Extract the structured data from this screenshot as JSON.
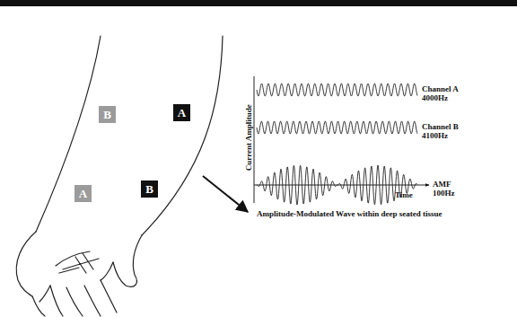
{
  "diagram": {
    "nodes": [
      {
        "text": [
          "B"
        ]
      },
      {
        "text": [
          "A"
        ]
      },
      {
        "text": [
          "A"
        ]
      },
      {
        "text": [
          "B"
        ]
      }
    ],
    "labels": [
      "Current Amplitude",
      "Channel A 4000Hz",
      "Channel B 4100Hz",
      "AMF 100Hz",
      "Time",
      "Amplitude-Modulated Wave within deep seated tissue"
    ]
  }
}
